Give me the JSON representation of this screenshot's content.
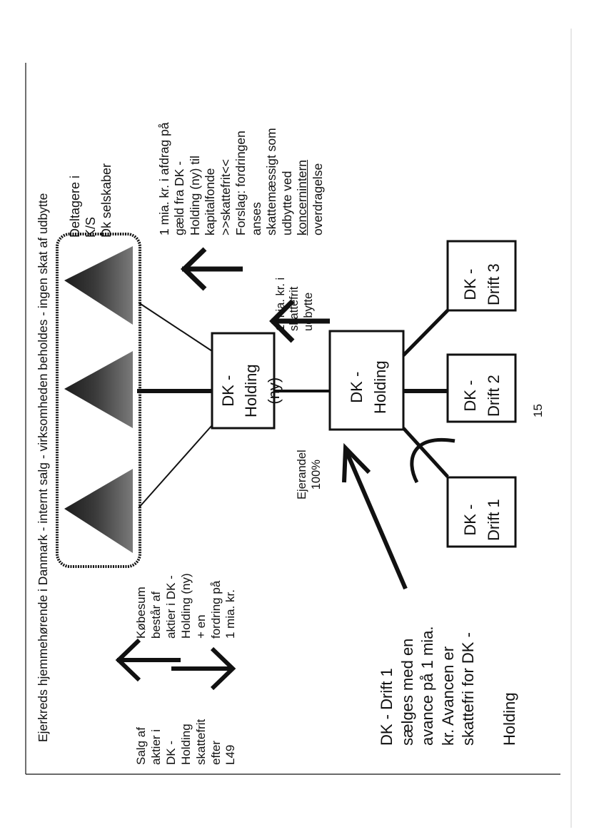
{
  "title": "Ejerkreds  hjemmehørende i  Danmark - internt salg - virksomheden  beholdes - ingen skat af udbytte",
  "owners_label": "Deltagere i\nK/S\nDk selskaber",
  "note_repayment": {
    "lines": [
      "1 mia. kr. i afdrag på",
      "gæld fra DK -",
      "Holding (ny) til",
      "kapitalfonde",
      ">>skattefrit<<",
      "Forslag: fordringen",
      "anses",
      "skattemæssigt som",
      "udbytte ved"
    ],
    "underlined": "koncernintern",
    "last": "overdragelse"
  },
  "dividend_label": "1 mia. kr. i\nskattefrit\nudbytte",
  "ownership_label": "Ejerandel\n100%",
  "purchase_label": "Købesum\nbestår af\naktier i DK -\nHolding (ny)\n+ en\nfordring på\n1 mia. kr.",
  "sale_label": "Salg af\naktier i\nDK -\nHolding\nskattefrit\nefter\nL49",
  "drift1_note": "DK - Drift 1\nsælges med en\navance på 1 mia.\nkr. Avancen er\nskattefri for DK -\n\nHolding",
  "page_number": "15",
  "boxes": {
    "holding_ny": "DK -\nHolding\n(ny)",
    "holding": "DK -\nHolding",
    "drift1": "DK -\nDrift 1",
    "drift2": "DK -\nDrift 2",
    "drift3": "DK -\nDrift 3"
  },
  "colors": {
    "ink": "#111111",
    "triangle_dark": "#1c1c1c",
    "triangle_mid": "#6a6a6a"
  }
}
